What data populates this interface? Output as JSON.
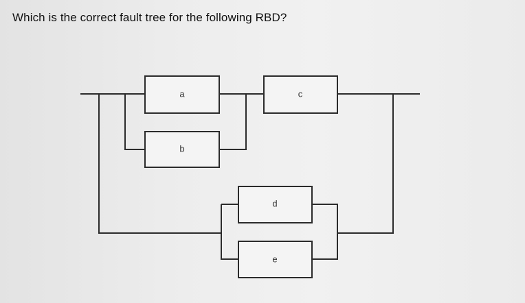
{
  "question": {
    "text": "Which is the correct fault tree for the following RBD?"
  },
  "rbd": {
    "blocks": {
      "a": "a",
      "b": "b",
      "c": "c",
      "d": "d",
      "e": "e"
    }
  }
}
